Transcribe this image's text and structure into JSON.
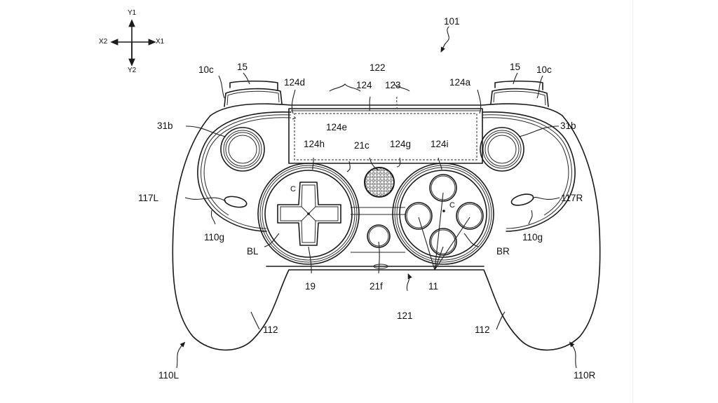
{
  "figure": {
    "type": "patent-drawing",
    "subject": "game controller, top view",
    "reference_numeral": "101"
  },
  "axes": {
    "y_up": "Y1",
    "y_down": "Y2",
    "x_left": "X2",
    "x_right": "X1"
  },
  "labels": {
    "ref_101": "101",
    "trigger_left": "15",
    "trigger_right": "15",
    "housing_left": "10c",
    "housing_right": "10c",
    "touchpad_assembly": "122",
    "touchpad_124": "124",
    "touchpad_123": "123",
    "edge_124d": "124d",
    "edge_124a": "124a",
    "edge_124e": "124e",
    "edge_124h": "124h",
    "speaker_21c": "21c",
    "edge_124g": "124g",
    "edge_124i": "124i",
    "stick_left": "31b",
    "stick_right": "31b",
    "light_left": "117L",
    "light_right": "117R",
    "rim_left": "110g",
    "rim_right": "110g",
    "base_left": "BL",
    "base_right": "BR",
    "center_left": "C",
    "center_right": "C",
    "dpad": "19",
    "button_21f": "21f",
    "body_121": "121",
    "face_buttons": "11",
    "grip_left": "112",
    "grip_right": "112",
    "handle_left": "110L",
    "handle_right": "110R"
  },
  "colors": {
    "line": "#1a1a1a",
    "background": "#ffffff"
  }
}
